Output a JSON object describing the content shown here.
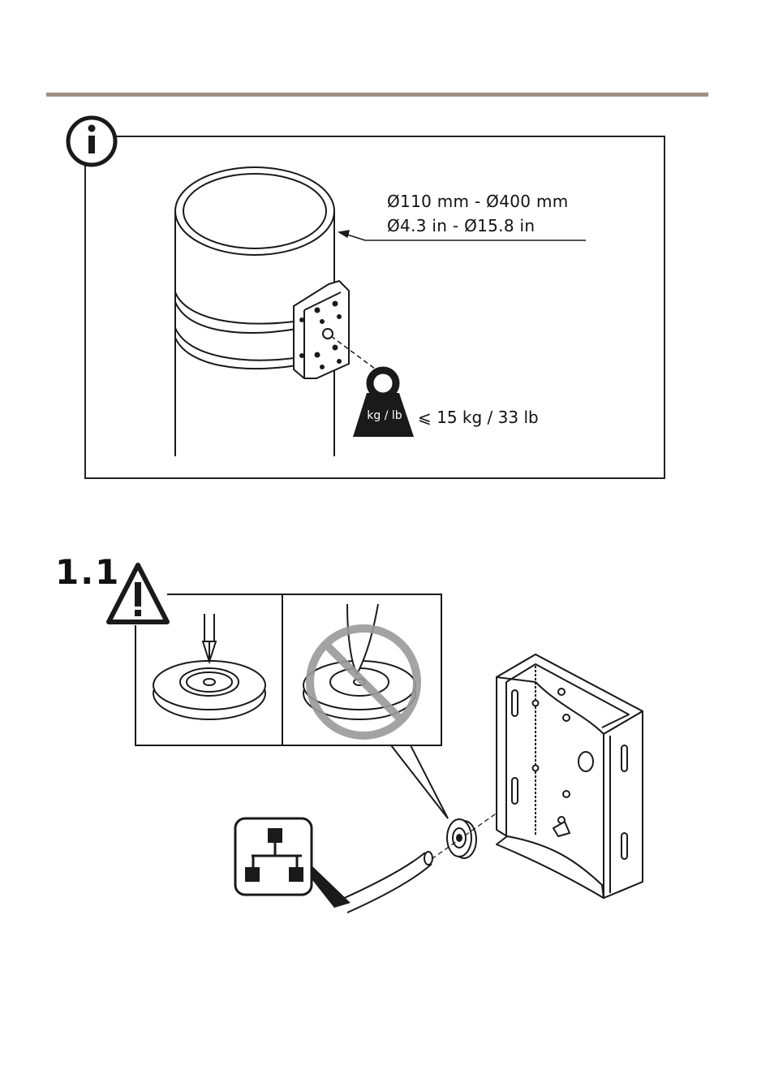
{
  "info_section": {
    "diameter_metric": "Ø110 mm - Ø400 mm",
    "diameter_imperial": "Ø4.3 in - Ø15.8 in",
    "weight_unit_label": "kg / lb",
    "weight_limit": "⩽ 15 kg / 33 lb"
  },
  "step": {
    "number": "1.1"
  },
  "colors": {
    "rule": "#a08f84",
    "prohibited": "#9a9a9a",
    "line": "#1a1a1a"
  }
}
